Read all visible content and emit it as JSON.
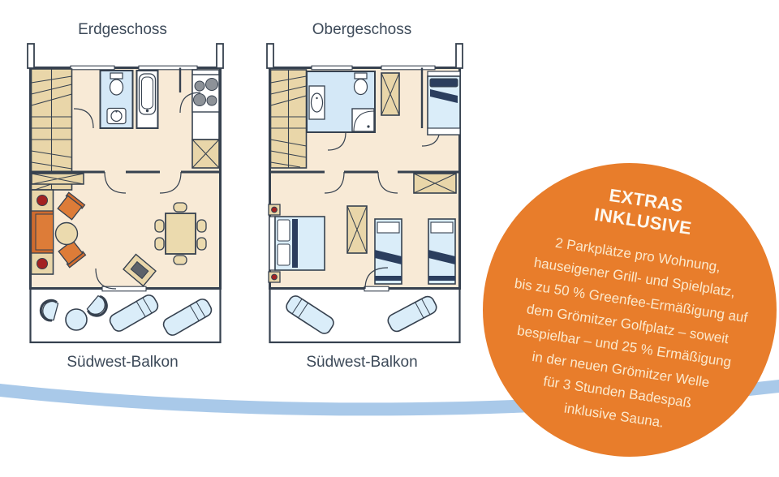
{
  "plans": {
    "erdgeschoss": {
      "title": "Erdgeschoss",
      "balcony_label": "Südwest-Balkon"
    },
    "obergeschoss": {
      "title": "Obergeschoss",
      "balcony_label": "Südwest-Balkon"
    }
  },
  "badge": {
    "title_line1": "EXTRAS",
    "title_line2": "INKLUSIVE",
    "lines": [
      "2 Parkplätze pro Wohnung,",
      "hauseigener Grill- und Spielplatz,",
      "bis zu 50 % Greenfee-Ermäßigung auf",
      "dem Grömitzer Golfplatz – soweit",
      "bespielbar – und 25 % Ermäßigung",
      "in der neuen Grömitzer Welle",
      "für 3 Stunden Badespaß",
      "inklusive Sauna."
    ]
  },
  "colors": {
    "wall": "#36414f",
    "floor": "#f8ead6",
    "wood": "#e9d6a9",
    "wblue": "#d4e8f7",
    "fblue": "#daedf9",
    "navy": "#2b3e5e",
    "forange": "#cf6b2e",
    "forange2": "#dd7c38",
    "fred": "#a32222",
    "ftable": "#ebdaae",
    "burner": "#8d9298",
    "ftv": "#5d6269",
    "swoosh": "#a9c9e9",
    "label": "#3d4a59",
    "badge_bg": "#e87d2b",
    "badge_title": "#fdf8ef",
    "badge_text": "#fbe9cd"
  }
}
